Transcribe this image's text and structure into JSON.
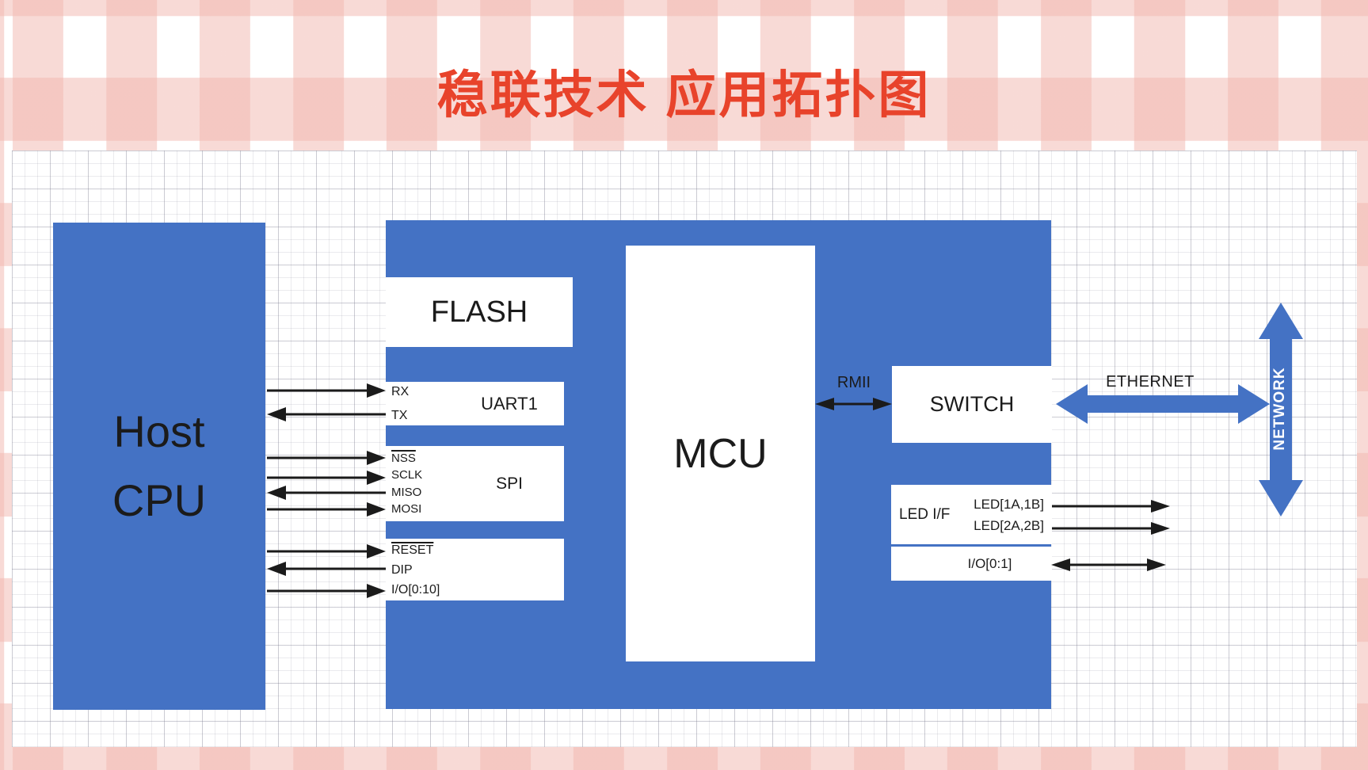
{
  "title": "稳联技术 应用拓扑图",
  "colors": {
    "block_blue": "#4472c4",
    "title_red": "#e8432b",
    "arrow_black": "#1b1b1b"
  },
  "host_cpu": {
    "line1": "Host",
    "line2": "CPU"
  },
  "mcu": {
    "label": "MCU"
  },
  "flash": {
    "label": "FLASH"
  },
  "switch": {
    "label": "SWITCH"
  },
  "uart": {
    "title": "UART1",
    "signals": [
      {
        "name": "RX",
        "dir": "to-mcu"
      },
      {
        "name": "TX",
        "dir": "to-host"
      }
    ]
  },
  "spi": {
    "title": "SPI",
    "signals": [
      {
        "name": "NSS",
        "overline": true,
        "dir": "to-mcu"
      },
      {
        "name": "SCLK",
        "overline": false,
        "dir": "to-mcu"
      },
      {
        "name": "MISO",
        "overline": false,
        "dir": "to-host"
      },
      {
        "name": "MOSI",
        "overline": false,
        "dir": "to-mcu"
      }
    ]
  },
  "control": {
    "signals": [
      {
        "name": "RESET",
        "overline": true,
        "dir": "to-mcu"
      },
      {
        "name": "DIP",
        "overline": false,
        "dir": "to-host"
      },
      {
        "name": "I/O[0:10]",
        "overline": false,
        "dir": "to-mcu"
      }
    ]
  },
  "links": {
    "rmii": "RMII",
    "ethernet": "ETHERNET",
    "network": "NETWORK"
  },
  "led_if": {
    "label": "LED I/F",
    "signals": [
      {
        "name": "LED[1A,1B]",
        "dir": "out"
      },
      {
        "name": "LED[2A,2B]",
        "dir": "out"
      }
    ]
  },
  "io_ext": {
    "label": "I/O[0:1]",
    "dir": "both"
  }
}
